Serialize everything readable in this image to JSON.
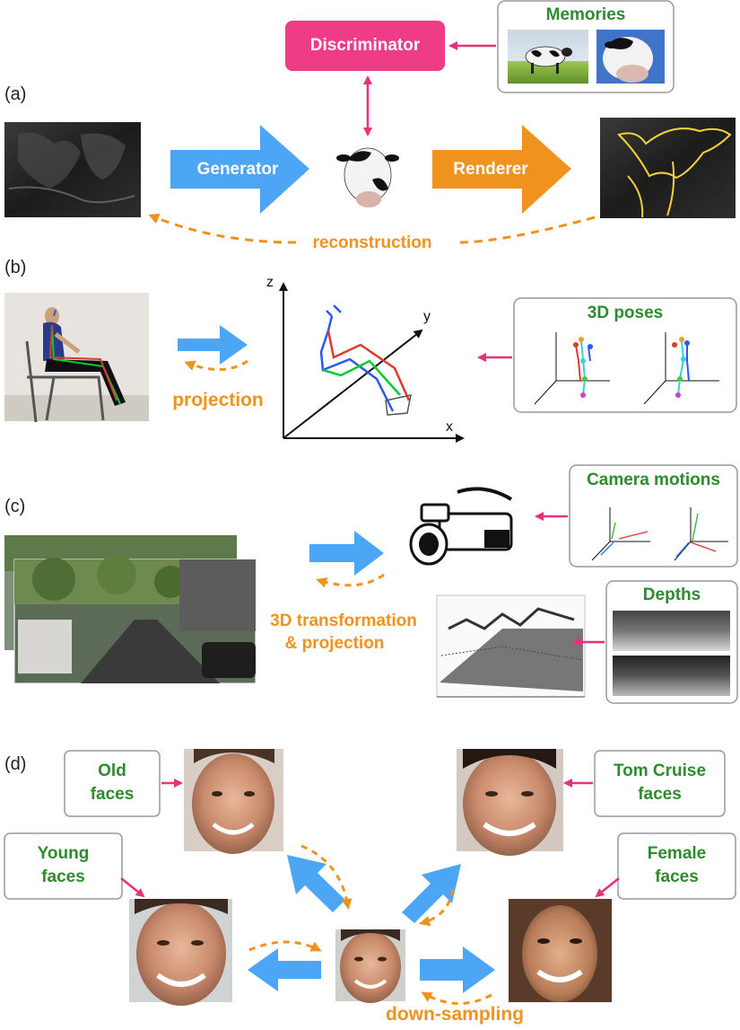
{
  "panels": {
    "a": {
      "letter": "(a)",
      "discriminator": "Discriminator",
      "memories": "Memories",
      "generator": "Generator",
      "renderer": "Renderer",
      "reconstruction": "reconstruction"
    },
    "b": {
      "letter": "(b)",
      "projection": "projection",
      "poses_title": "3D poses",
      "axis_z": "z",
      "axis_y": "y",
      "axis_x": "x"
    },
    "c": {
      "letter": "(c)",
      "camera_motions": "Camera motions",
      "depths": "Depths",
      "transform_line1": "3D transformation",
      "transform_line2": "& projection"
    },
    "d": {
      "letter": "(d)",
      "old_faces_1": "Old",
      "old_faces_2": "faces",
      "young_faces_1": "Young",
      "young_faces_2": "faces",
      "tom_1": "Tom Cruise",
      "tom_2": "faces",
      "female_1": "Female",
      "female_2": "faces",
      "down_sampling": "down-sampling"
    }
  },
  "colors": {
    "blue": "#4da6f5",
    "orange": "#f0931e",
    "pink": "#e8317d",
    "green": "#2e8b2e",
    "discriminator_fill": "#ee3d86",
    "box_border": "#999999"
  }
}
